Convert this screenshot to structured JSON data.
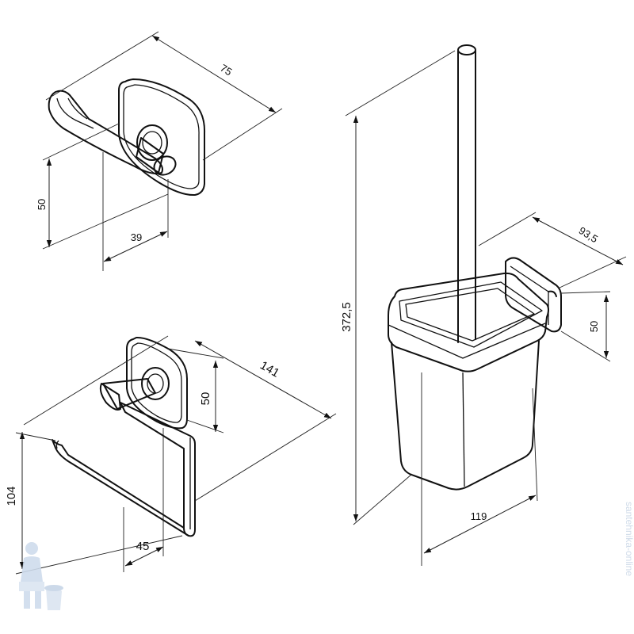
{
  "dimensions": {
    "hook_width": "75",
    "hook_height": "50",
    "hook_depth": "39",
    "holder_width": "141",
    "holder_plate_height": "50",
    "holder_height": "104",
    "holder_depth": "45",
    "brush_height": "372,5",
    "brush_projection": "93,5",
    "brush_plate_height": "50",
    "brush_cup_width": "119"
  },
  "watermark": {
    "text": "santehnika-online"
  },
  "colors": {
    "line": "#111111",
    "watermark": "#c9d6e6"
  }
}
